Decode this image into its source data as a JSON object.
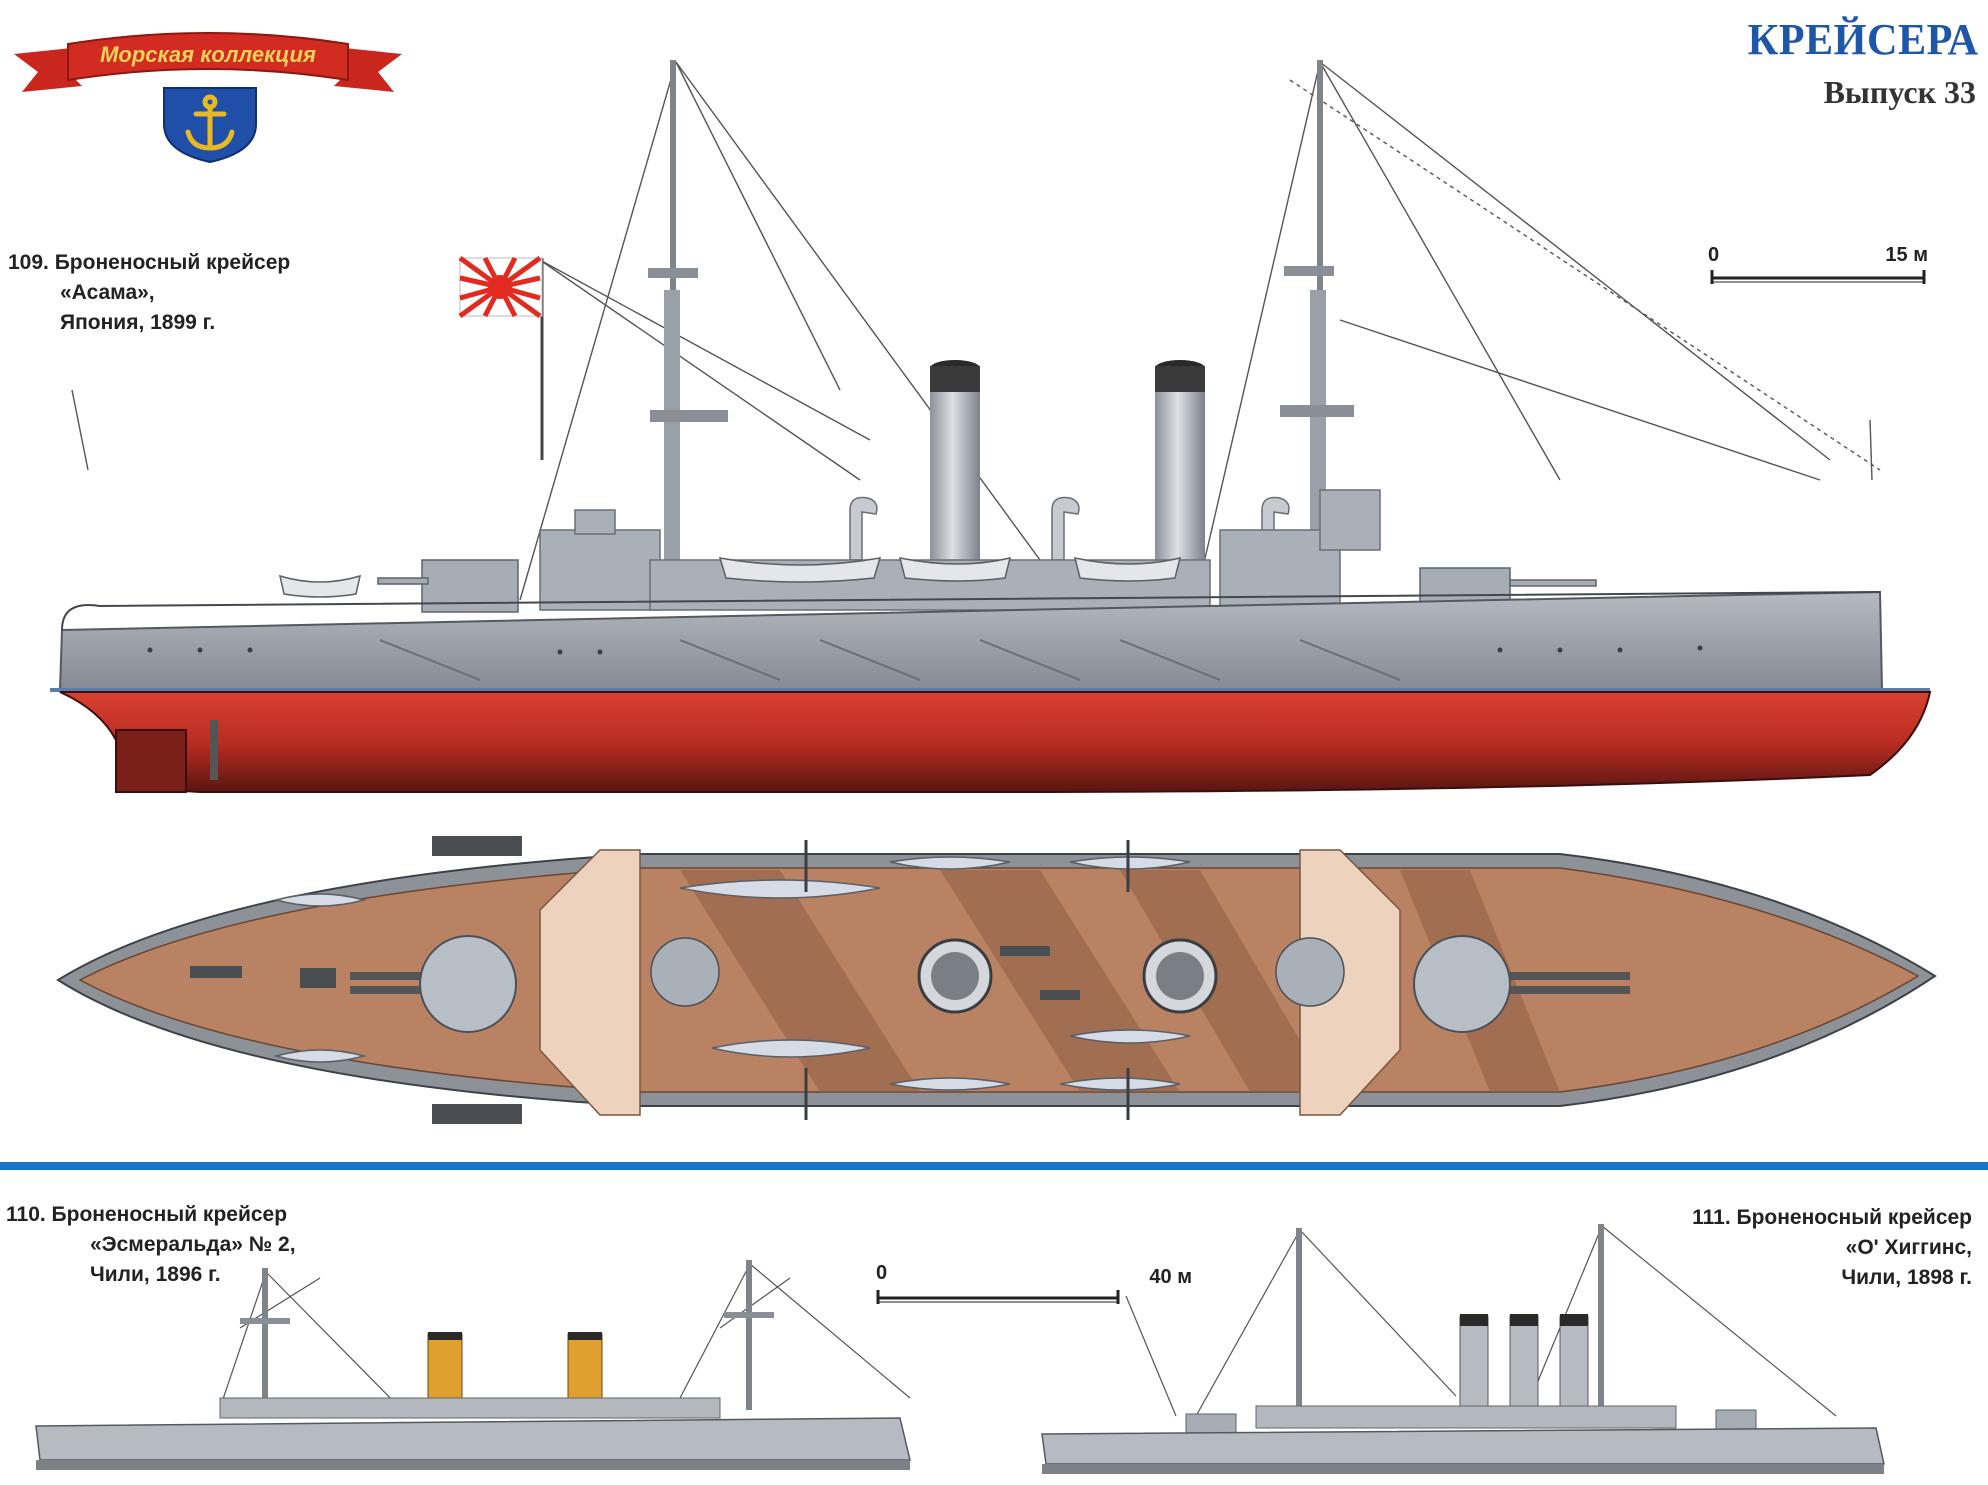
{
  "header": {
    "collection_badge": "Морская коллекция",
    "series_title": "КРЕЙСЕРА",
    "issue_label": "Выпуск 33"
  },
  "plates": [
    {
      "number": "109.",
      "caption_lines": [
        "109. Броненосный крейсер",
        "«Асама»,",
        "Япония, 1899 г."
      ],
      "scale": {
        "start": "0",
        "end": "15 м"
      }
    },
    {
      "number": "110.",
      "caption_lines": [
        "110. Броненосный крейсер",
        "«Эсмеральда» № 2,",
        "Чили, 1896 г."
      ],
      "scale": {
        "start": "0",
        "end": "40 м"
      }
    },
    {
      "number": "111.",
      "caption_lines": [
        "111. Броненосный крейсер",
        "«О' Хиггинс,",
        "Чили, 1898 г."
      ]
    }
  ],
  "colors": {
    "title_blue": "#1f57a8",
    "divider_blue": "#1a74c9",
    "hull_grey": "#9aa0a8",
    "hull_red": "#b92d23",
    "deck_wood": "#b98263",
    "esmeralda_funnel": "#e0a030",
    "ribbon_red": "#d12b22",
    "shield_blue": "#1f4fa8",
    "anchor_gold": "#e8b923"
  },
  "icons": [
    "anchor-icon",
    "rising-sun-flag-icon"
  ]
}
